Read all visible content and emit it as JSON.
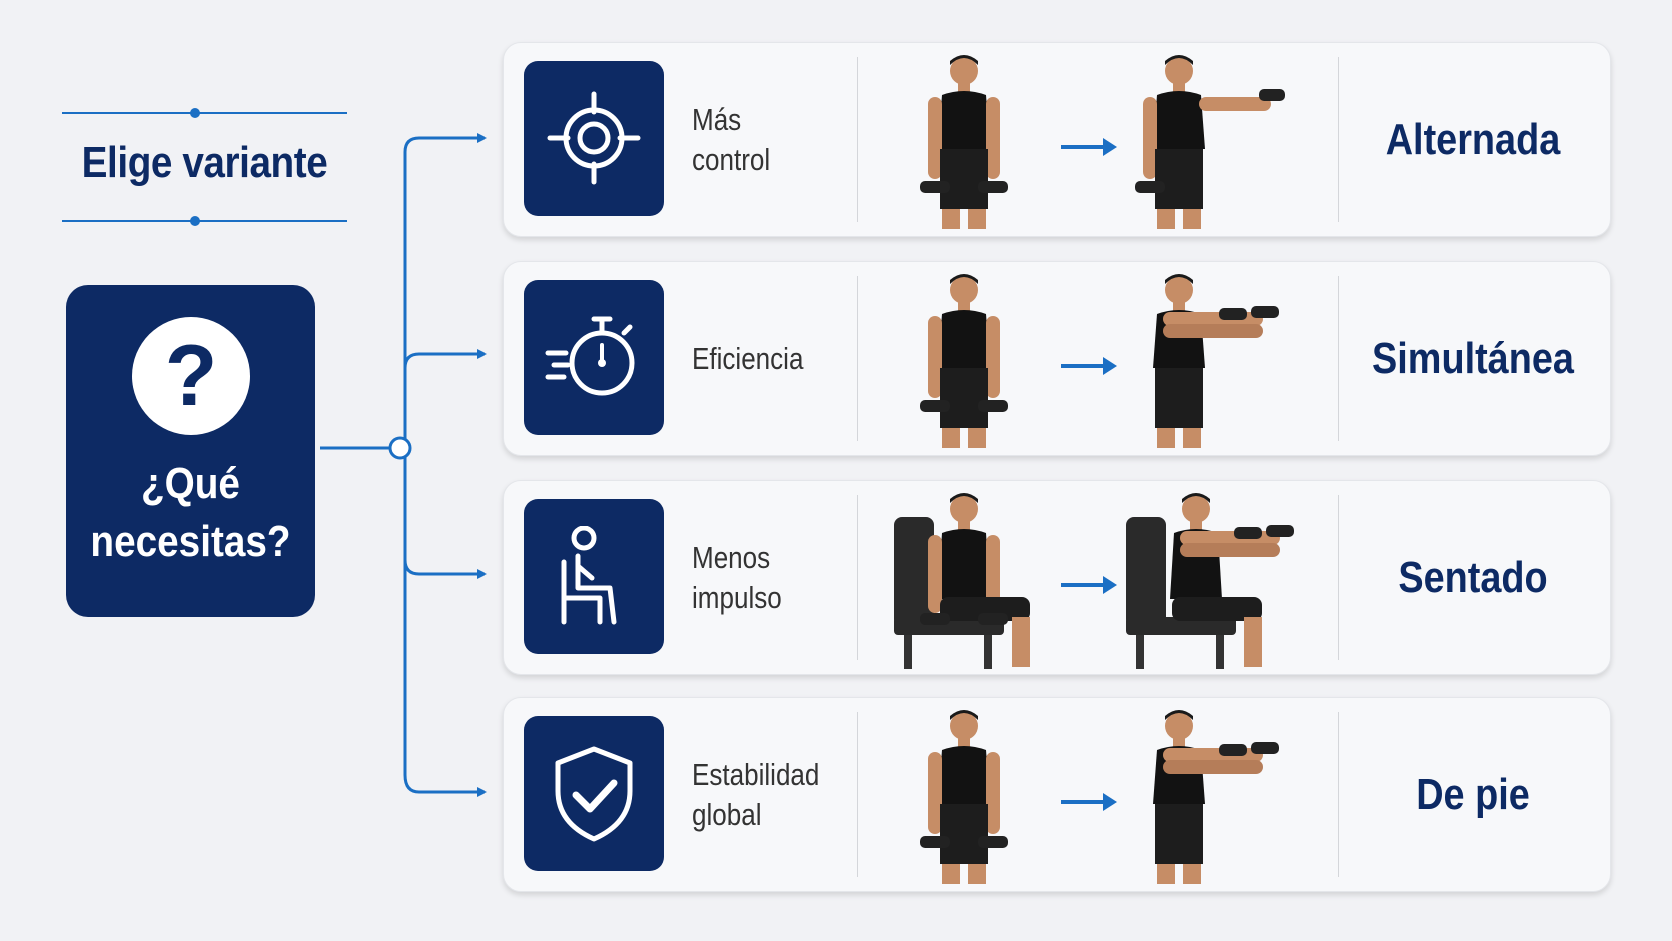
{
  "title": "Elige variante",
  "question": {
    "mark": "?",
    "line1": "¿Qué",
    "line2": "necesitas?"
  },
  "rows": [
    {
      "need": "Más control",
      "variant": "Alternada",
      "icon": "target-icon",
      "pose_end": "one-arm-raised"
    },
    {
      "need": "Eficiencia",
      "variant": "Simultánea",
      "icon": "stopwatch-icon",
      "pose_end": "both-arms-raised"
    },
    {
      "need": "Menos impulso",
      "variant": "Sentado",
      "icon": "seated-person-icon",
      "pose_end": "both-arms-raised-seated"
    },
    {
      "need": "Estabilidad global",
      "variant": "De pie",
      "icon": "shield-check-icon",
      "pose_end": "both-arms-raised"
    }
  ],
  "colors": {
    "navy": "#0d2a64",
    "accent_blue": "#1b6fc4",
    "background": "#f1f2f5",
    "card": "#f7f8fa"
  }
}
